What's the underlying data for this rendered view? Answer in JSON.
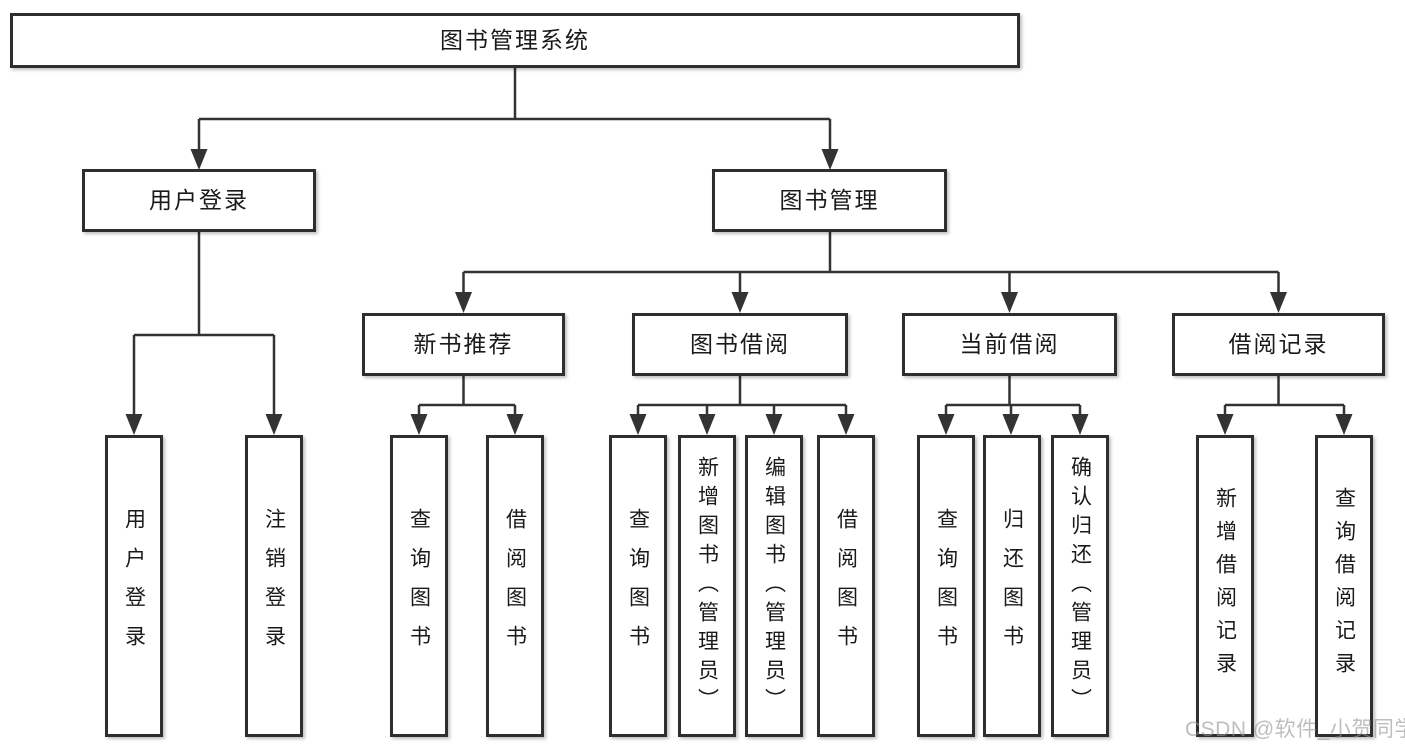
{
  "tree": {
    "root": "图书管理系统",
    "children": [
      {
        "label": "用户登录",
        "children": [
          "用户登录",
          "注销登录"
        ]
      },
      {
        "label": "图书管理",
        "children": [
          {
            "label": "新书推荐",
            "children": [
              "查询图书",
              "借阅图书"
            ]
          },
          {
            "label": "图书借阅",
            "children": [
              "查询图书",
              "新增图书（管理员）",
              "编辑图书（管理员）",
              "借阅图书"
            ]
          },
          {
            "label": "当前借阅",
            "children": [
              "查询图书",
              "归还图书",
              "确认归还（管理员）"
            ]
          },
          {
            "label": "借阅记录",
            "children": [
              "新增借阅记录",
              "查询借阅记录"
            ]
          }
        ]
      }
    ]
  },
  "watermark": {
    "text": "CSDN @软件_小贺同学"
  },
  "colors": {
    "background": "#ffffff",
    "box_border": "#2e2e2e",
    "line": "#333333",
    "text": "#1a1a1a",
    "watermark": "#b9b9b9"
  }
}
